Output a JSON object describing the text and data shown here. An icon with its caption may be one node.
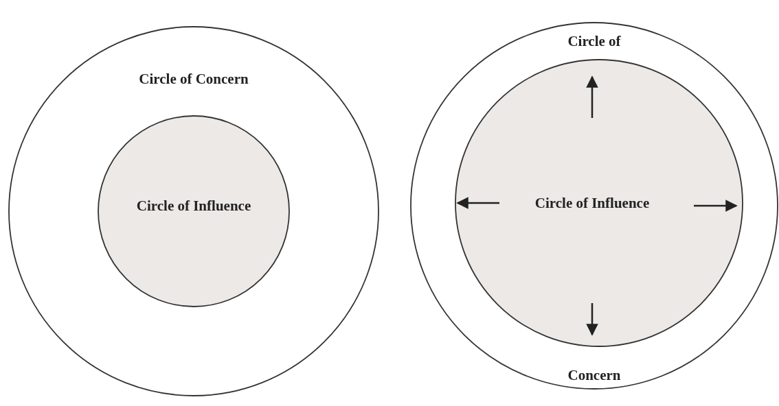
{
  "diagram": {
    "nodes": [
      {
        "text": [
          "Circle of Concern"
        ]
      },
      {
        "text": [
          "Circle of Influence"
        ],
        "in": 0
      },
      {
        "text": [
          "Circle of",
          "Concern"
        ]
      },
      {
        "text": [
          "Circle of Influence"
        ],
        "in": 2
      }
    ]
  }
}
